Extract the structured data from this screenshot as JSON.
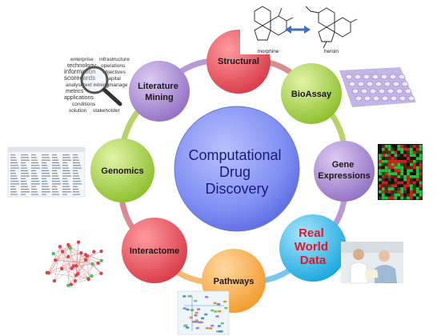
{
  "diagram": {
    "center_label": [
      "Computational",
      "Drug",
      "Discovery"
    ],
    "nodes": [
      {
        "id": "structural",
        "label": [
          "Structural"
        ],
        "color": "#e8505b"
      },
      {
        "id": "bioassay",
        "label": [
          "BioAssay"
        ],
        "color": "#9ccc3e"
      },
      {
        "id": "gene-expressions",
        "label": [
          "Gene",
          "Expressions"
        ],
        "color": "#a47fcf"
      },
      {
        "id": "real-world-data",
        "label": [
          "Real",
          "World",
          "Data"
        ],
        "color": "#29b9ec",
        "text_color": "#e4172a"
      },
      {
        "id": "pathways",
        "label": [
          "Pathways"
        ],
        "color": "#f6a63f"
      },
      {
        "id": "interactome",
        "label": [
          "Interactome"
        ],
        "color": "#e8505b"
      },
      {
        "id": "genomics",
        "label": [
          "Genomics"
        ],
        "color": "#9ccc3e"
      },
      {
        "id": "literature-mining",
        "label": [
          "Literature",
          "Mining"
        ],
        "color": "#a47fcf"
      }
    ],
    "ring_colors": [
      "#d98b91",
      "#b7d36a",
      "#b69ad6",
      "#77c9ec",
      "#f2bd72",
      "#d98b91",
      "#b7d36a",
      "#b69ad6"
    ],
    "molecule_labels": {
      "left": "morphine",
      "right": "heroin"
    },
    "word_cloud": [
      "enterprise",
      "infrastructure",
      "technology",
      "operations",
      "information",
      "objectives",
      "scorecards",
      "capital",
      "analysis",
      "text mining",
      "manage",
      "metrics",
      "applications",
      "conditions",
      "solution",
      "stakeholder"
    ]
  }
}
